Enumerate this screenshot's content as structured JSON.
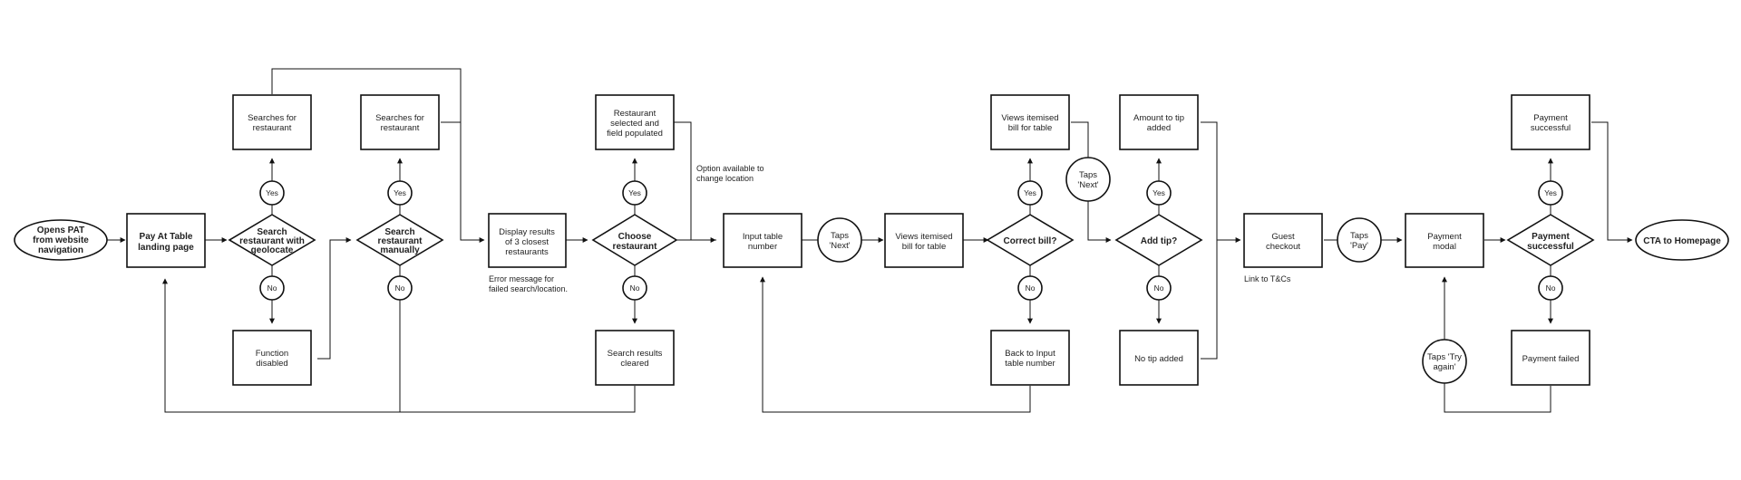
{
  "diagram": {
    "nodes": {
      "opens_pat": [
        "Opens PAT",
        "from website",
        "navigation"
      ],
      "pay_at_table": [
        "Pay At Table",
        "landing page"
      ],
      "search_geolocate": [
        "Search",
        "restaurant with",
        "geolocate"
      ],
      "searches_restaurant_1": [
        "Searches for",
        "restaurant"
      ],
      "function_disabled": [
        "Function",
        "disabled"
      ],
      "search_manually": [
        "Search",
        "restaurant",
        "manually"
      ],
      "searches_restaurant_2": [
        "Searches for",
        "restaurant"
      ],
      "display_results": [
        "Display results",
        "of 3 closest",
        "restaurants"
      ],
      "choose_restaurant": [
        "Choose",
        "restaurant"
      ],
      "restaurant_selected": [
        "Restaurant",
        "selected and",
        "field populated"
      ],
      "search_cleared": [
        "Search results",
        "cleared"
      ],
      "input_table": [
        "Input table",
        "number"
      ],
      "taps_next_1": [
        "Taps",
        "'Next'"
      ],
      "views_bill_1": [
        "Views itemised",
        "bill for table"
      ],
      "correct_bill": [
        "Correct bill?"
      ],
      "views_bill_2": [
        "Views itemised",
        "bill for table"
      ],
      "back_to_input": [
        "Back to Input",
        "table number"
      ],
      "taps_next_2": [
        "Taps",
        "'Next'"
      ],
      "add_tip": [
        "Add tip?"
      ],
      "amount_tip": [
        "Amount to tip",
        "added"
      ],
      "no_tip": [
        "No tip added"
      ],
      "guest_checkout": [
        "Guest",
        "checkout"
      ],
      "taps_pay": [
        "Taps",
        "'Pay'"
      ],
      "payment_modal": [
        "Payment",
        "modal"
      ],
      "taps_try_again": [
        "Taps 'Try",
        "again'"
      ],
      "payment_successful_q": [
        "Payment",
        "successful"
      ],
      "payment_successful": [
        "Payment",
        "successful"
      ],
      "payment_failed": [
        "Payment failed"
      ],
      "cta_homepage": [
        "CTA to Homepage"
      ]
    },
    "answers": {
      "yes": "Yes",
      "no": "No"
    },
    "notes": {
      "error_message": [
        "Error message for",
        "failed search/location."
      ],
      "option_change": [
        "Option available to",
        "change location"
      ],
      "link_tcs": [
        "Link to T&Cs"
      ]
    }
  }
}
